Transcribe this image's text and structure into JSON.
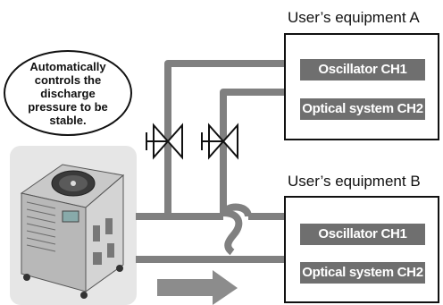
{
  "callout": {
    "text": "Automatically controls the discharge pressure to be stable."
  },
  "equipment": [
    {
      "title": "User’s equipment A",
      "channels": [
        "Oscillator CH1",
        "Optical system CH2"
      ]
    },
    {
      "title": "User’s equipment B",
      "channels": [
        "Oscillator CH1",
        "Optical system CH2"
      ]
    }
  ],
  "colors": {
    "pipe": "#808080",
    "channel_bg": "#6f6f6f",
    "unit_panel": "#e6e6e6",
    "arrow": "#8c8c8c",
    "line": "#111111"
  },
  "icons": {
    "valve": "two-way-valve-symbol",
    "chiller": "air-cooled-chiller-unit",
    "flow_arrow": "flow-direction-arrow"
  }
}
